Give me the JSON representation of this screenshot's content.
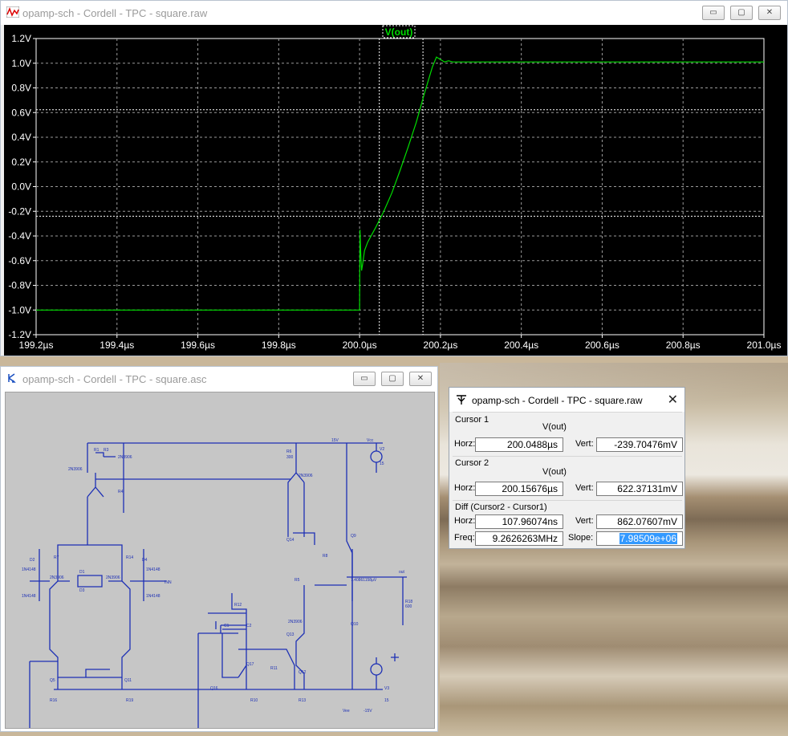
{
  "waveform_window": {
    "title": "opamp-sch - Cordell - TPC - square.raw",
    "trace_label": "V(out)",
    "trace_color": "#00dd00",
    "y_ticks": [
      "1.2V",
      "1.0V",
      "0.8V",
      "0.6V",
      "0.4V",
      "0.2V",
      "0.0V",
      "-0.2V",
      "-0.4V",
      "-0.6V",
      "-0.8V",
      "-1.0V",
      "-1.2V"
    ],
    "x_ticks": [
      "199.2µs",
      "199.4µs",
      "199.6µs",
      "199.8µs",
      "200.0µs",
      "200.2µs",
      "200.4µs",
      "200.6µs",
      "200.8µs",
      "201.0µs"
    ],
    "buttons": {
      "minimize": "▭",
      "maximize": "▢",
      "close": "✕"
    }
  },
  "chart_data": {
    "type": "line",
    "xlabel": "",
    "ylabel": "",
    "xlim": [
      199.2,
      201.0
    ],
    "ylim": [
      -1.2,
      1.2
    ],
    "x_unit": "µs",
    "y_unit": "V",
    "grid": true,
    "series": [
      {
        "name": "V(out)",
        "color": "#00dd00",
        "x": [
          199.2,
          200.0,
          200.001,
          200.003,
          200.005,
          200.008,
          200.012,
          200.02,
          200.04,
          200.06,
          200.08,
          200.1,
          200.12,
          200.14,
          200.16,
          200.18,
          200.19,
          200.2,
          200.21,
          200.22,
          200.23,
          200.25,
          200.3,
          201.0
        ],
        "values": [
          -1.0,
          -1.0,
          -0.35,
          -0.55,
          -0.68,
          -0.62,
          -0.52,
          -0.45,
          -0.33,
          -0.2,
          -0.05,
          0.13,
          0.32,
          0.52,
          0.75,
          0.97,
          1.05,
          1.03,
          1.01,
          1.02,
          1.01,
          1.01,
          1.01,
          1.01
        ]
      }
    ],
    "cursor_lines": {
      "x": [
        200.0488,
        200.15676
      ],
      "y": [
        -0.2397,
        0.6224
      ]
    }
  },
  "schematic_window": {
    "title": "opamp-sch - Cordell - TPC - square.asc"
  },
  "cursor_dialog": {
    "title": "opamp-sch - Cordell - TPC - square.raw",
    "cursor1": {
      "label": "Cursor 1",
      "signal": "V(out)",
      "horz_label": "Horz:",
      "horz": "200.0488µs",
      "vert_label": "Vert:",
      "vert": "-239.70476mV"
    },
    "cursor2": {
      "label": "Cursor 2",
      "signal": "V(out)",
      "horz_label": "Horz:",
      "horz": "200.15676µs",
      "vert_label": "Vert:",
      "vert": "622.37131mV"
    },
    "diff": {
      "label": "Diff (Cursor2 - Cursor1)",
      "horz_label": "Horz:",
      "horz": "107.96074ns",
      "vert_label": "Vert:",
      "vert": "862.07607mV",
      "freq_label": "Freq:",
      "freq": "9.2626263MHz",
      "slope_label": "Slope:",
      "slope": "7.98509e+06"
    }
  }
}
